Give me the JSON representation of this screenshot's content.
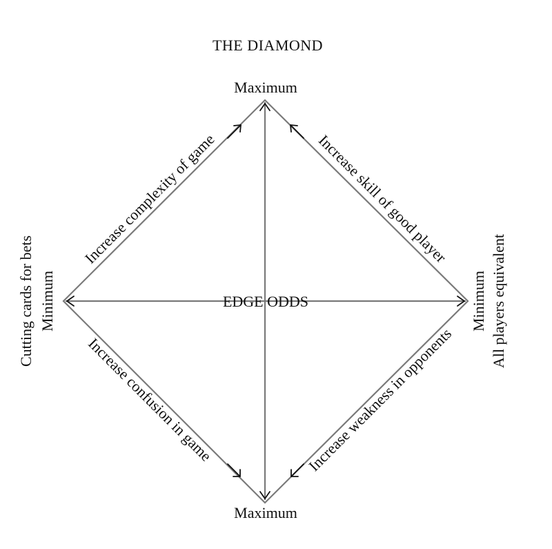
{
  "title": "THE DIAMOND",
  "center_label": "EDGE ODDS",
  "vertices": {
    "top": "Maximum",
    "bottom": "Maximum",
    "left": {
      "value": "Minimum",
      "description": "Cutting cards for bets"
    },
    "right": {
      "value": "Minimum",
      "description": "All players equivalent"
    }
  },
  "edges": {
    "upper_left": "Increase complexity of game",
    "upper_right": "Increase skill of good player",
    "lower_left": "Increase confusion in game",
    "lower_right": "Increase weakness in opponents"
  }
}
